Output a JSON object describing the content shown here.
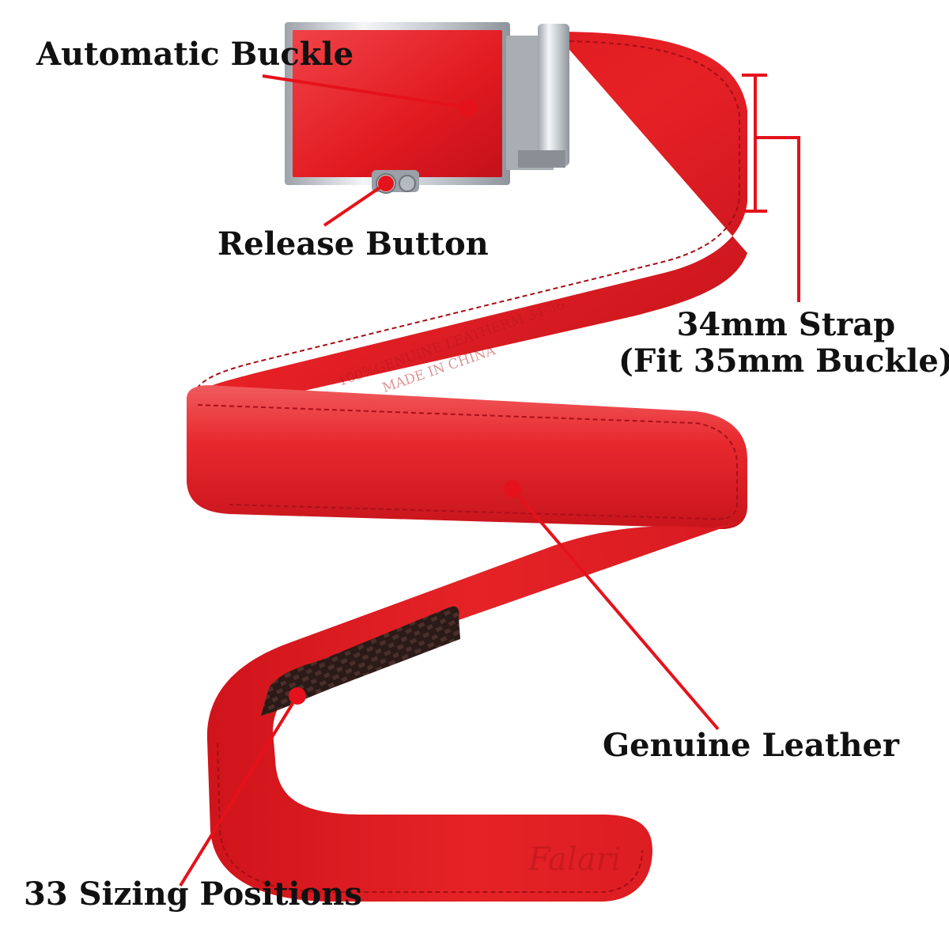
{
  "colors": {
    "leather_red": "#e3191d",
    "leather_highlight": "#ef4a4d",
    "leather_shadow": "#b3121a",
    "silver": "#d9dde2",
    "callout_red": "#e5121b",
    "ratchet_dark": "#2b1a17"
  },
  "callouts": {
    "automatic_buckle": "Automatic Buckle",
    "release_button": "Release Button",
    "strap_width_line1": "34mm Strap",
    "strap_width_line2": "(Fit 35mm Buckle)",
    "genuine_leather": "Genuine Leather",
    "sizing_positions": "33 Sizing Positions"
  },
  "imprint": {
    "line1": "100%GENUINE LEATHER",
    "line2": "MADE IN CHINA",
    "size": "M 34-36"
  },
  "brand": {
    "logo": "Falari"
  }
}
